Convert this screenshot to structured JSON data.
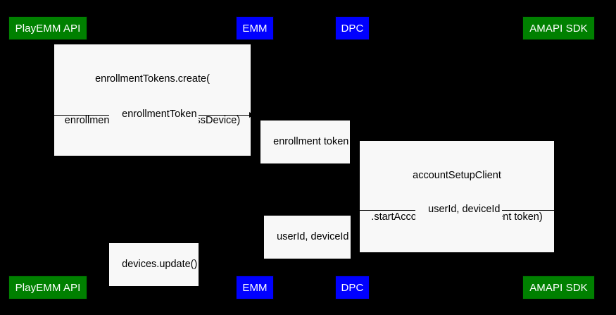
{
  "diagram": {
    "type": "uml-sequence-diagram",
    "background_color": "#000000",
    "participant_colors": {
      "green": "#008000",
      "blue": "#0000ff",
      "label_background": "#f8f8f8",
      "label_text": "#000000",
      "participant_text": "#ffffff"
    }
  },
  "participants": [
    {
      "id": "playemm-api",
      "label": "PlayEMM API",
      "color": "green"
    },
    {
      "id": "emm",
      "label": "EMM",
      "color": "blue"
    },
    {
      "id": "dpc",
      "label": "DPC",
      "color": "blue"
    },
    {
      "id": "amapi-sdk",
      "label": "AMAPI SDK",
      "color": "green"
    }
  ],
  "participants_bottom": [
    {
      "id": "playemm-api",
      "label": "PlayEMM API",
      "color": "green"
    },
    {
      "id": "emm",
      "label": "EMM",
      "color": "blue"
    },
    {
      "id": "dpc",
      "label": "DPC",
      "color": "blue"
    },
    {
      "id": "amapi-sdk",
      "label": "AMAPI SDK",
      "color": "green"
    }
  ],
  "messages": [
    {
      "id": "msg-1",
      "from": "emm",
      "to": "playemm-api",
      "direction": "left",
      "line1": "enrollmentTokens.create(",
      "line2": "enrollmentTokenType=userlessDevice)"
    },
    {
      "id": "msg-2",
      "from": "playemm-api",
      "to": "emm",
      "direction": "right",
      "line1": "enrollmentToken",
      "line2": ""
    },
    {
      "id": "msg-3",
      "from": "emm",
      "to": "dpc",
      "direction": "right",
      "line1": "enrollment token",
      "line2": ""
    },
    {
      "id": "msg-4",
      "from": "dpc",
      "to": "amapi-sdk",
      "direction": "right",
      "line1": "accountSetupClient",
      "line2": ".startAccountSetup(entrollment token)"
    },
    {
      "id": "msg-5",
      "from": "amapi-sdk",
      "to": "dpc",
      "direction": "left",
      "line1": "userId, deviceId",
      "line2": ""
    },
    {
      "id": "msg-6",
      "from": "dpc",
      "to": "emm",
      "direction": "left",
      "line1": "userId, deviceId",
      "line2": ""
    },
    {
      "id": "msg-7",
      "from": "emm",
      "to": "playemm-api",
      "direction": "left",
      "line1": "devices.update()",
      "line2": ""
    }
  ]
}
